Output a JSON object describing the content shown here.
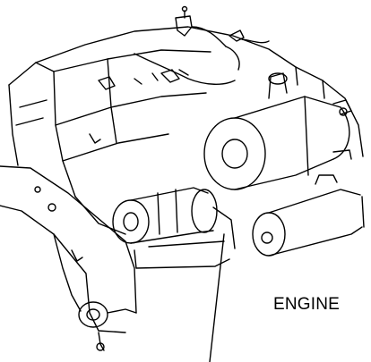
{
  "diagram": {
    "labels": {
      "engine": "ENGINE"
    },
    "colors": {
      "ink": "#000000",
      "paper": "#ffffff"
    },
    "parts": [
      "engine-block",
      "starter-motor",
      "alternator",
      "mounting-bracket",
      "wiring-harness",
      "leader-line"
    ]
  }
}
